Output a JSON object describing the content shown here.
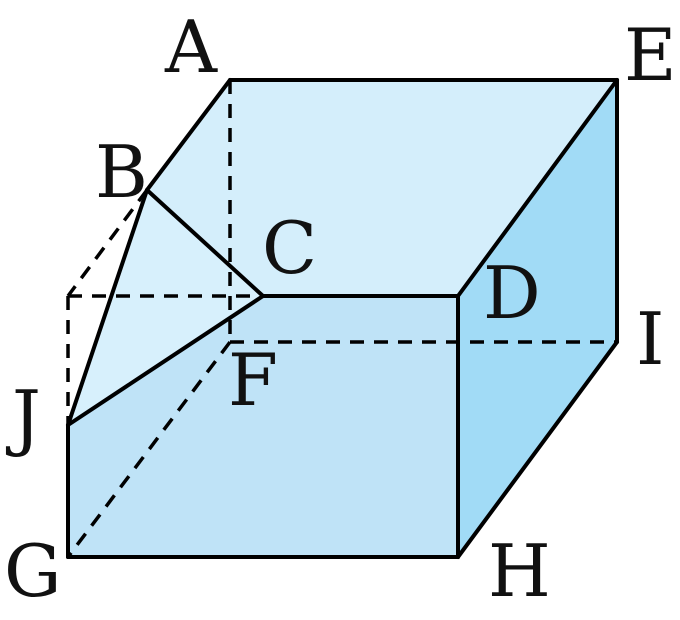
{
  "diagram": {
    "vertices": [
      {
        "id": "A",
        "label": "A"
      },
      {
        "id": "B",
        "label": "B"
      },
      {
        "id": "C",
        "label": "C"
      },
      {
        "id": "D",
        "label": "D"
      },
      {
        "id": "E",
        "label": "E"
      },
      {
        "id": "F",
        "label": "F"
      },
      {
        "id": "G",
        "label": "G"
      },
      {
        "id": "H",
        "label": "H"
      },
      {
        "id": "I",
        "label": "I"
      },
      {
        "id": "J",
        "label": "J"
      }
    ],
    "colors": {
      "top_face": "#d4eefb",
      "bevel_face": "#d7f0fc",
      "front_face": "#bfe3f7",
      "right_face": "#a1dbf6",
      "edge": "#000000"
    }
  }
}
